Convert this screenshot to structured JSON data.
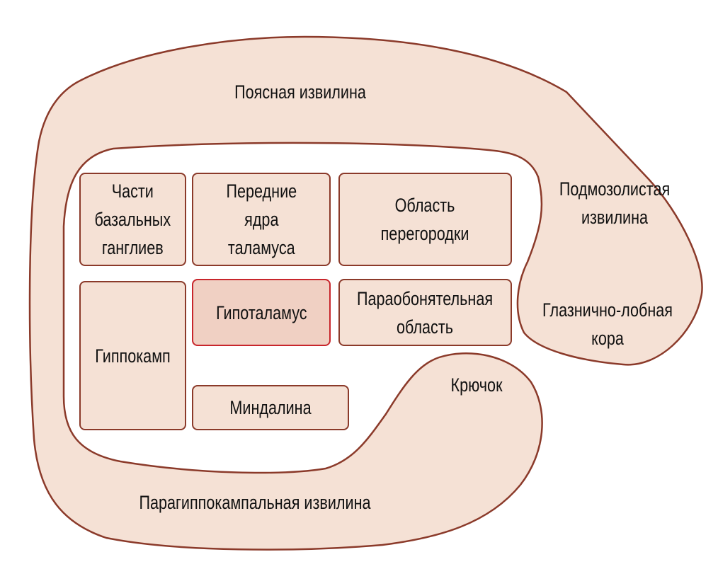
{
  "colors": {
    "fill": "#f5e1d5",
    "stroke": "#8b3a2a",
    "highlight_fill": "#f0d0c3",
    "highlight_stroke": "#c8262c"
  },
  "regions": {
    "cingulate": "Поясная извилина",
    "subcallosal": "Подмозолистая\nизвилина",
    "orbitofrontal": "Глазнично-лобная\nкора",
    "uncus": "Крючок",
    "parahippocampal": "Парагиппокампальная извилина"
  },
  "boxes": {
    "basal_ganglia": "Части\nбазальных\nганглиев",
    "anterior_thalamus": "Передние\nядра\nталамуса",
    "septal": "Область\nперегородки",
    "hippocampus": "Гиппокамп",
    "hypothalamus": "Гипоталамус",
    "paraolfactory": "Параобонятельная\nобласть",
    "amygdala": "Миндалина"
  }
}
